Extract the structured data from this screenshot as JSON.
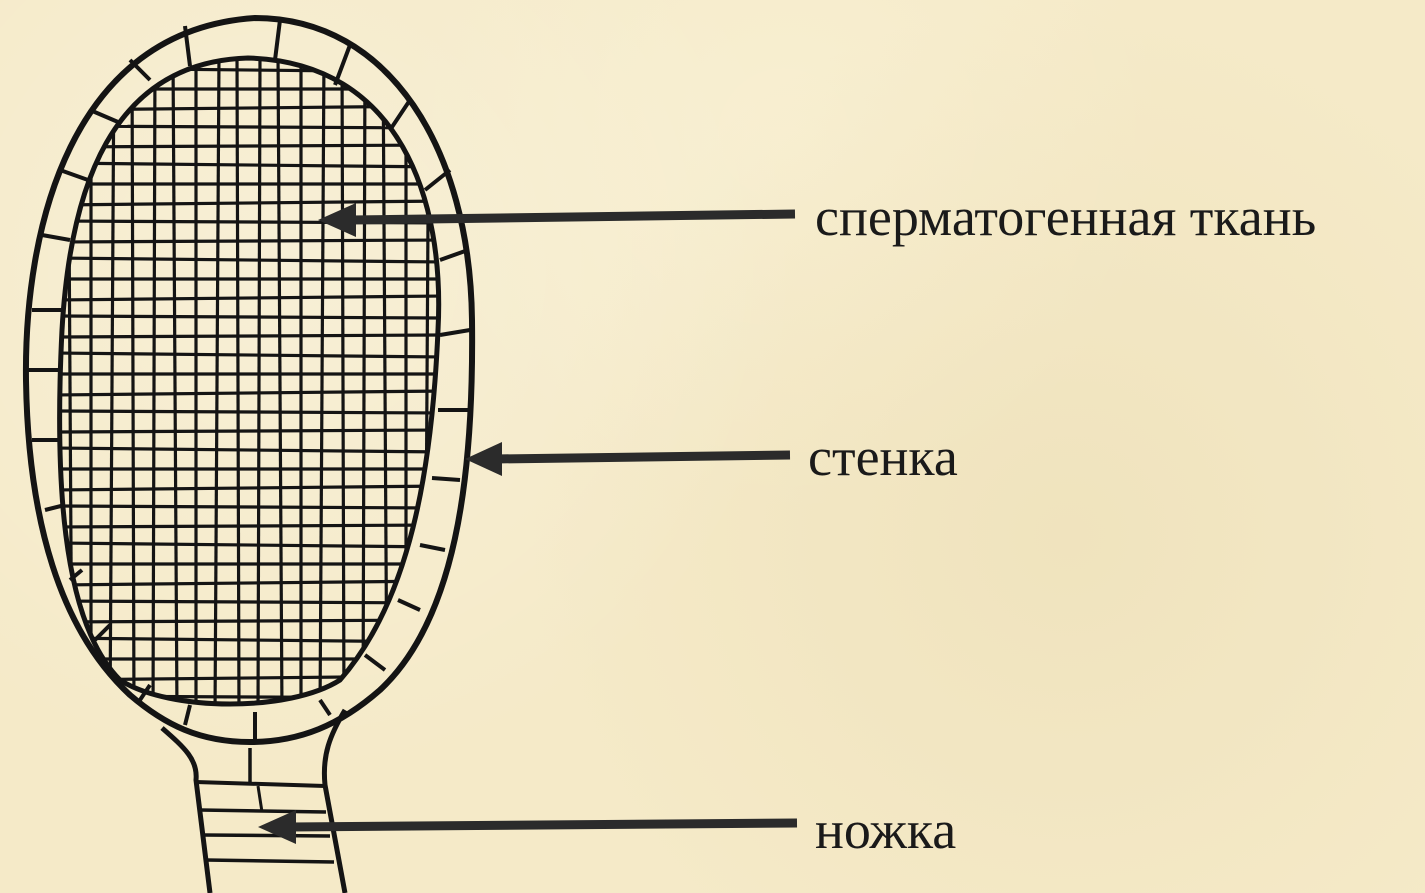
{
  "labels": {
    "spermatogenous_tissue": "сперматогенная ткань",
    "wall": "стенка",
    "stalk": "ножка"
  },
  "colors": {
    "background": "#f5eac8",
    "ink": "#141414",
    "arrow": "#2b2b2b"
  }
}
